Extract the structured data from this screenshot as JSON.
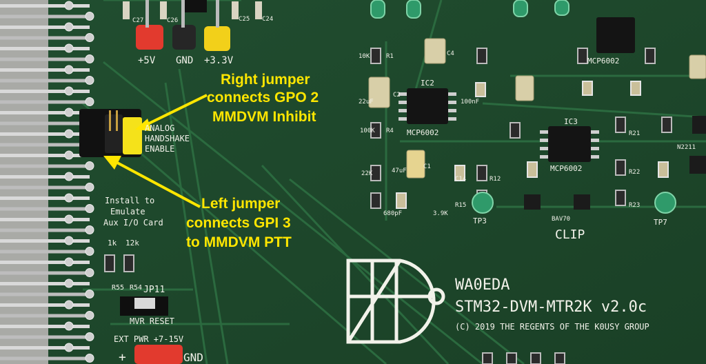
{
  "annotations": {
    "right_jumper_line1": "Right jumper",
    "right_jumper_line2": "connects GPO 2",
    "right_jumper_line3": "MMDVM Inhibit",
    "left_jumper_line1": "Left jumper",
    "left_jumper_line2": "connects GPI 3",
    "left_jumper_line3": "to MMDVM PTT"
  },
  "silkscreen": {
    "plus5v": "+5V",
    "gnd": "GND",
    "plus3v3": "+3.3V",
    "analog": "ANALOG",
    "handshake": "HANDSHAKE",
    "enable": "ENABLE",
    "install_to": "Install to",
    "emulate": "Emulate",
    "aux_card": "Aux I/O Card",
    "r_1k": "1k",
    "r_12k": "12k",
    "r55": "R55",
    "r54": "R54",
    "jp11": "JP11",
    "mvr_reset": "MVR RESET",
    "ext_pwr": "EXT PWR +7-15V",
    "plus": "+",
    "ext_gnd": "GND",
    "brand": "WA0EDA",
    "board_name": "STM32-DVM-MTR2K v2.0c",
    "copyright": "(C) 2019 THE REGENTS OF THE K0USY GROUP",
    "clip": "CLIP",
    "ic2": "IC2",
    "ic3": "IC3",
    "mcp_a": "MCP6002",
    "mcp_b": "MCP6002",
    "mcp_c": "MCP6002",
    "tp3": "TP3",
    "tp7": "TP7",
    "r1": "R1",
    "r4": "R4",
    "r10k": "10K",
    "r100k": "100K",
    "r22k": "22K",
    "c22uf": "22uF",
    "c47uf": "47uF",
    "c100nf": "100nF",
    "c680pf": "680pF",
    "r39k": "3.9K",
    "c1": "C1",
    "c2": "C2",
    "c4": "C4",
    "c14": "C14",
    "r12": "R12",
    "r15": "R15",
    "r21": "R21",
    "r22": "R22",
    "r23": "R23",
    "bav70": "BAV70",
    "n2211": "N2211",
    "c27": "C27",
    "c26": "C26",
    "c25": "C25",
    "c24": "C24"
  },
  "colors": {
    "pcb": "#1f4a2c",
    "silk": "#f2f2ea",
    "annotation": "#ffe600",
    "jumper_yellow": "#f5e21a",
    "test_point_green": "#2f9a6a"
  }
}
